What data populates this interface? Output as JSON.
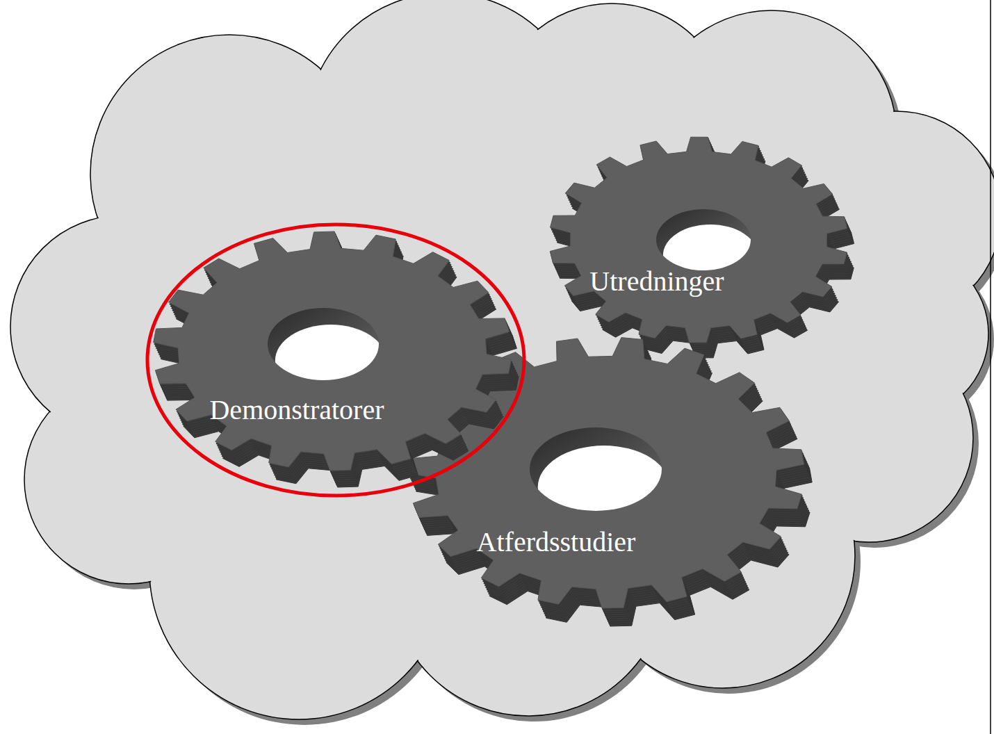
{
  "diagram": {
    "nodes": [
      {
        "text": [
          "Utredninger"
        ]
      },
      {
        "text": [
          "Demonstratorer"
        ]
      },
      {
        "text": [
          "Atferdsstudier"
        ]
      }
    ]
  }
}
